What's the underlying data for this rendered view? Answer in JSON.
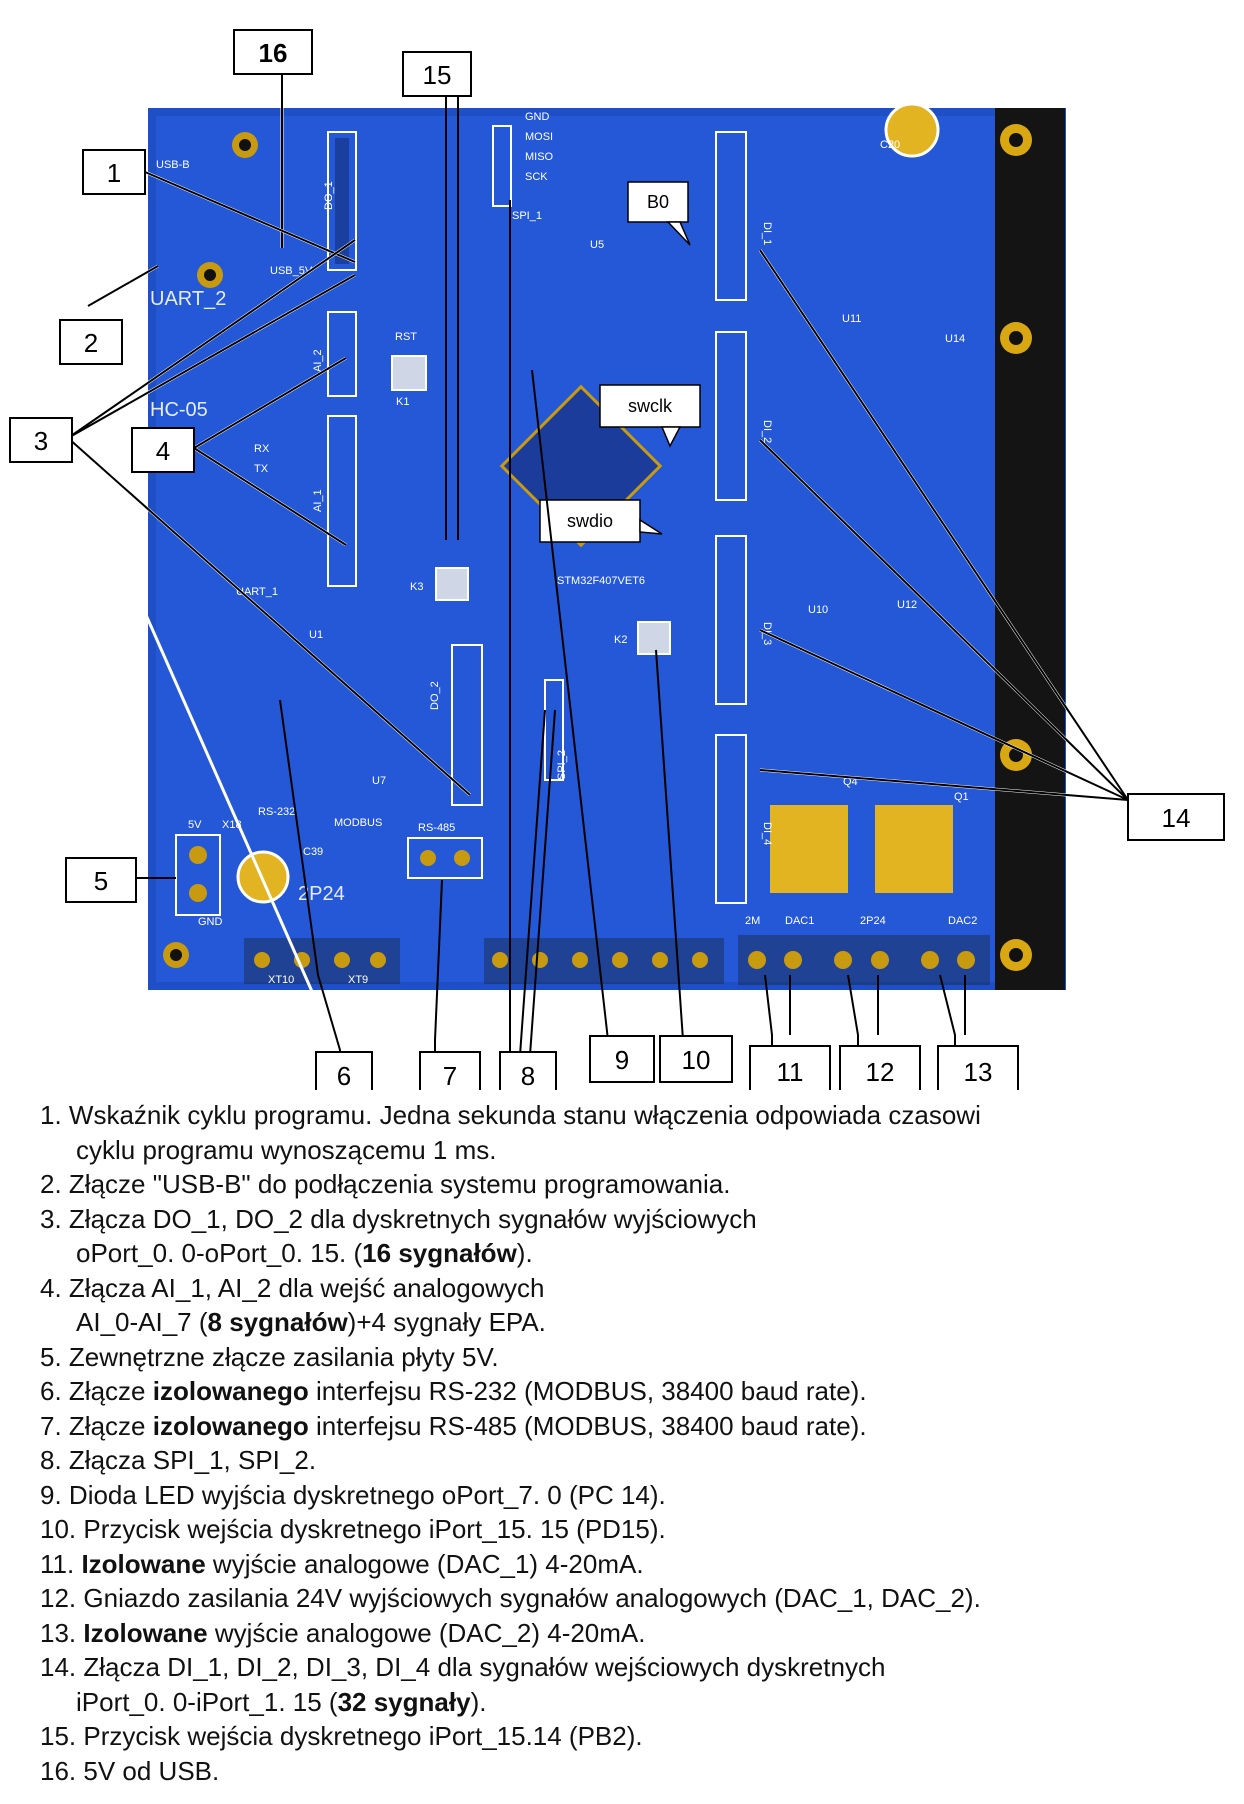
{
  "callouts": {
    "c1": "1",
    "c2": "2",
    "c3": "3",
    "c4": "4",
    "c5": "5",
    "c6": "6",
    "c7": "7",
    "c8": "8",
    "c9": "9",
    "c10": "10",
    "c11": "11",
    "c12": "12",
    "c13": "13",
    "c14": "14",
    "c15": "15",
    "c16": "16"
  },
  "bubbles": {
    "b0": "B0",
    "swclk": "swclk",
    "swdio": "swdio"
  },
  "board": {
    "usb_b": "USB-B",
    "uart_2": "UART_2",
    "hc05": "HC-05",
    "uart_1": "UART_1",
    "do_1": "DO_1",
    "do_2": "DO_2",
    "ai_1": "AI_1",
    "ai_2": "AI_2",
    "di_1": "DI_1",
    "di_2": "DI_2",
    "di_3": "DI_3",
    "di_4": "DI_4",
    "spi_1": "SPI_1",
    "spi_2": "SPI_2",
    "mcu": "STM32F407VET6",
    "usb_5v": "USB_5V",
    "rs485": "RS-485",
    "rs232": "RS-232",
    "modbus": "MODBUS",
    "v5": "5V",
    "x18": "X18",
    "gnd": "GND",
    "pin_gnd": "GND",
    "pin_mosi": "MOSI",
    "pin_miso": "MISO",
    "pin_sck": "SCK",
    "dac1": "DAC1",
    "dac2": "DAC2",
    "m2": "2M",
    "p24": "2P24",
    "xt10": "XT10",
    "xt9": "XT9",
    "rst": "RST",
    "k1": "K1",
    "k2": "K2",
    "k3": "K3",
    "u1": "U1",
    "u5": "U5",
    "u7": "U7",
    "u10": "U10",
    "u11": "U11",
    "u12": "U12",
    "u14": "U14",
    "c20": "C20",
    "c39": "C39",
    "q1": "Q1",
    "q4": "Q4",
    "tx": "TX",
    "rx": "RX"
  },
  "legend": [
    {
      "num": "1.",
      "parts": [
        {
          "t": "Wskaźnik cyklu programu. Jedna sekunda stanu włączenia odpowiada czasowi",
          "b": false
        }
      ],
      "cont": [
        {
          "t": "cyklu programu wynoszącemu 1 ms.",
          "b": false
        }
      ]
    },
    {
      "num": "2.",
      "parts": [
        {
          "t": "Złącze \"USB-B\" do podłączenia systemu programowania.",
          "b": false
        }
      ]
    },
    {
      "num": "3.",
      "parts": [
        {
          "t": "Złącza DO_1, DO_2 dla dyskretnych sygnałów wyjściowych",
          "b": false
        }
      ],
      "cont": [
        {
          "t": "oPort_0. 0-oPort_0. 15. (",
          "b": false
        },
        {
          "t": "16 sygnałów",
          "b": true
        },
        {
          "t": ").",
          "b": false
        }
      ]
    },
    {
      "num": "4.",
      "parts": [
        {
          "t": "Złącza AI_1, AI_2 dla wejść analogowych",
          "b": false
        }
      ],
      "cont": [
        {
          "t": "AI_0-AI_7 (",
          "b": false
        },
        {
          "t": "8 sygnałów",
          "b": true
        },
        {
          "t": ")+4 sygnały EPA.",
          "b": false
        }
      ]
    },
    {
      "num": "5.",
      "parts": [
        {
          "t": "Zewnętrzne złącze zasilania płyty 5V.",
          "b": false
        }
      ]
    },
    {
      "num": "6.",
      "parts": [
        {
          "t": "Złącze ",
          "b": false
        },
        {
          "t": "izolowanego",
          "b": true
        },
        {
          "t": " interfejsu RS-232 (MODBUS, 38400 baud rate).",
          "b": false
        }
      ]
    },
    {
      "num": "7.",
      "parts": [
        {
          "t": "Złącze ",
          "b": false
        },
        {
          "t": "izolowanego",
          "b": true
        },
        {
          "t": " interfejsu RS-485 (MODBUS, 38400 baud rate).",
          "b": false
        }
      ]
    },
    {
      "num": "8.",
      "parts": [
        {
          "t": "Złącza SPI_1, SPI_2.",
          "b": false
        }
      ]
    },
    {
      "num": "9.",
      "parts": [
        {
          "t": "Dioda LED wyjścia dyskretnego oPort_7. 0 (PC 14).",
          "b": false
        }
      ]
    },
    {
      "num": "10.",
      "parts": [
        {
          "t": "Przycisk wejścia dyskretnego iPort_15. 15 (PD15).",
          "b": false
        }
      ]
    },
    {
      "num": "11.",
      "parts": [
        {
          "t": "Izolowane",
          "b": true
        },
        {
          "t": " wyjście analogowe (DAC_1) 4-20mA.",
          "b": false
        }
      ]
    },
    {
      "num": "12.",
      "parts": [
        {
          "t": "Gniazdo zasilania 24V wyjściowych sygnałów analogowych (DAC_1, DAC_2).",
          "b": false
        }
      ]
    },
    {
      "num": "13.",
      "parts": [
        {
          "t": "Izolowane",
          "b": true
        },
        {
          "t": " wyjście analogowe (DAC_2) 4-20mA.",
          "b": false
        }
      ]
    },
    {
      "num": "14.",
      "parts": [
        {
          "t": "Złącza DI_1, DI_2, DI_3, DI_4 dla sygnałów wejściowych dyskretnych",
          "b": false
        }
      ],
      "cont": [
        {
          "t": "iPort_0. 0-iPort_1. 15 (",
          "b": false
        },
        {
          "t": "32 sygnały",
          "b": true
        },
        {
          "t": ").",
          "b": false
        }
      ]
    },
    {
      "num": "15.",
      "parts": [
        {
          "t": "Przycisk wejścia dyskretnego iPort_15.14 (PB2).",
          "b": false
        }
      ]
    },
    {
      "num": "16.",
      "parts": [
        {
          "t": "5V od USB.",
          "b": false
        }
      ]
    }
  ]
}
